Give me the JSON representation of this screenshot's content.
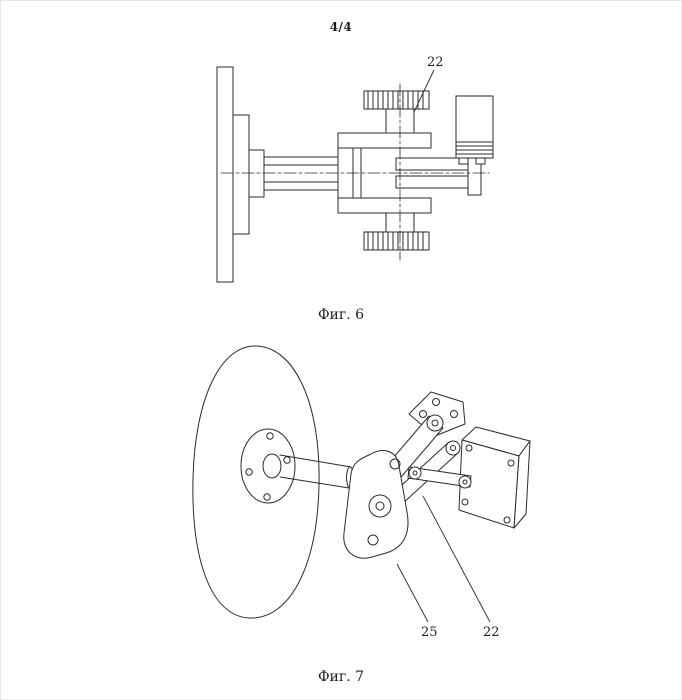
{
  "page": {
    "number": "4/4"
  },
  "figures": [
    {
      "caption": "Фиг. 6",
      "labels": [
        {
          "text": "22"
        }
      ]
    },
    {
      "caption": "Фиг. 7",
      "labels": [
        {
          "text": "25"
        },
        {
          "text": "22"
        }
      ]
    }
  ]
}
